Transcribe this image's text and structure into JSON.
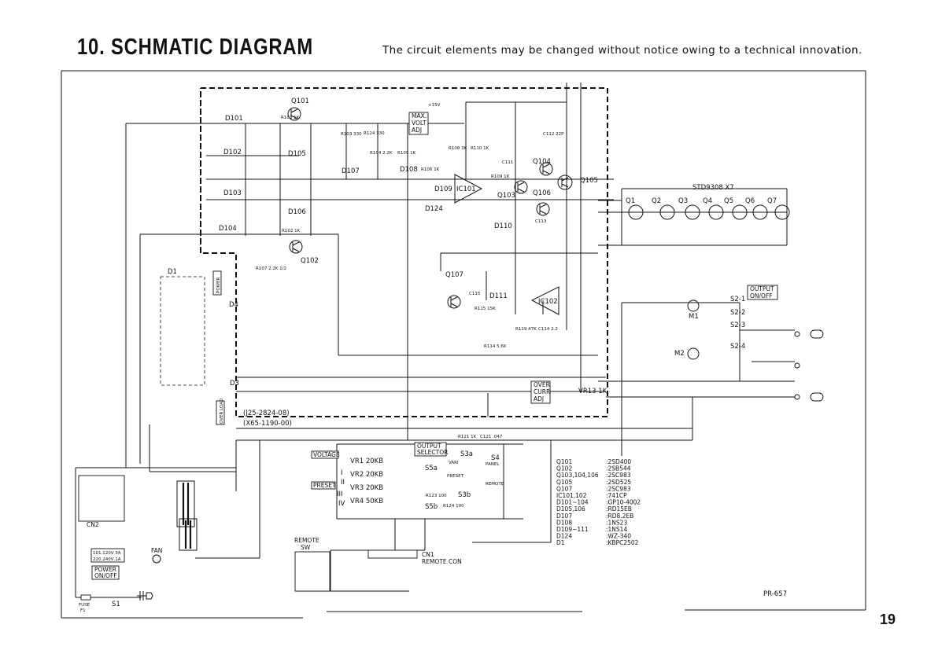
{
  "page": {
    "heading": "10. SCHMATIC DIAGRAM",
    "subheading": "The circuit elements may be changed without notice owing to a technical innovation.",
    "page_number": "19",
    "model_code": "PR-657"
  },
  "board": {
    "part_no_1": "(J25-2824-08)",
    "part_no_2": "(X65-1190-00)"
  },
  "labels": {
    "max_volt_adj": [
      "MAX.",
      "VOLT",
      "ADJ"
    ],
    "over_curr_adj": [
      "OVER",
      "CURR",
      "ADJ"
    ],
    "output_selector": [
      "OUTPUT",
      "SELECTOR"
    ],
    "voltage": "VOLTAGE",
    "preset": "PRESET",
    "remote_sw": [
      "REMOTE",
      "SW"
    ],
    "remote_con": "REMOTE CON",
    "cn1": "CN1",
    "cn2": "CN2",
    "power_onoff": [
      "POWER",
      "ON/OFF"
    ],
    "power_vert": "POWER",
    "over_load_vert": "OVER LOAD",
    "output_onoff": [
      "OUTPUT",
      "ON/OFF"
    ],
    "std_array": "STD9308 X7",
    "fuse": "FUSE",
    "fuse_ref": "F1",
    "switch_s1": "S1",
    "fan": "FAN",
    "panel": "PANEL",
    "remote": "REMOTE",
    "preset_small": "PRESET",
    "vari": "VARI",
    "input_voltages": [
      "101,120V 3A",
      "220,240V 1A"
    ],
    "bus_15v": "+15V"
  },
  "components": {
    "transistors": [
      "Q101",
      "Q102",
      "Q103",
      "Q104",
      "Q105",
      "Q106",
      "Q107",
      "Q1",
      "Q2",
      "Q3",
      "Q4",
      "Q5",
      "Q6",
      "Q7"
    ],
    "diodes": [
      "D101",
      "D102",
      "D103",
      "D104",
      "D105",
      "D106",
      "D107",
      "D108",
      "D109",
      "D110",
      "D111",
      "D124",
      "D1",
      "D3",
      "D4"
    ],
    "ics": [
      "IC101",
      "IC102"
    ],
    "switches": [
      "S2-1",
      "S2-2",
      "S2-3",
      "S2-4",
      "S3a",
      "S3b",
      "S4",
      "S5a",
      "S5b"
    ],
    "meters": [
      "M1",
      "M2"
    ],
    "pots": [
      "VR1 20KB",
      "VR2 20KB",
      "VR3 20KB",
      "VR4 50KB",
      "VR13 1K"
    ],
    "small_labels": [
      "R101 1K",
      "R102 1K",
      "R107 2.2K 1/2",
      "R103 330",
      "R124 330",
      "R104 2.2K",
      "R105 1K",
      "R106 1K",
      "R108 3K",
      "R109 1K",
      "R110 1K",
      "C112 22P",
      "C111",
      "C113",
      "C114 2.2",
      "C115",
      "R119 47K",
      "R115 15K",
      "R114 5.6K",
      "R121 1K",
      "C121 .047",
      "R123 100",
      "R124 100",
      "I",
      "II",
      "III",
      "IV",
      "CN2"
    ]
  },
  "parts_list": [
    {
      "ref": "Q101",
      "part": ":2SD400"
    },
    {
      "ref": "Q102",
      "part": ":2SB544"
    },
    {
      "ref": "Q103,104,106",
      "part": ":2SC983"
    },
    {
      "ref": "Q105",
      "part": ":2SD525"
    },
    {
      "ref": "Q107",
      "part": ":2SC983"
    },
    {
      "ref": "IC101,102",
      "part": ":741CP"
    },
    {
      "ref": "D101~104",
      "part": ":GP10-4002"
    },
    {
      "ref": "D105,106",
      "part": ":RD15EB"
    },
    {
      "ref": "D107",
      "part": ":RD8.2EB"
    },
    {
      "ref": "D108",
      "part": ":1NS23"
    },
    {
      "ref": "D109~111",
      "part": ":1NS14"
    },
    {
      "ref": "D124",
      "part": ":WZ-340"
    },
    {
      "ref": "D1",
      "part": ":KBPC2502"
    }
  ]
}
